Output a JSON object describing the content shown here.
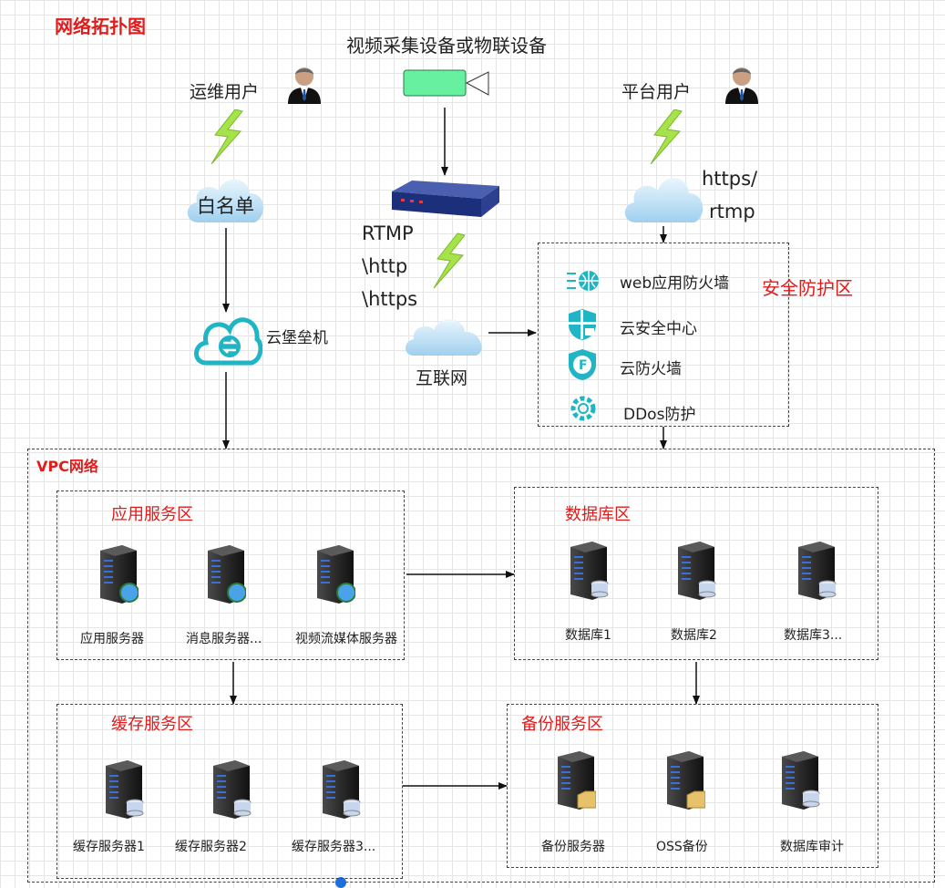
{
  "title": "网络拓扑图",
  "top": {
    "device_label": "视频采集设备或物联设备",
    "ops_user": "运维用户",
    "platform_user": "平台用户",
    "whitelist": "白名单",
    "bastion": "云堡垒机",
    "protocols": [
      "RTMP",
      "\\http",
      "\\https"
    ],
    "internet": "互联网",
    "https_rtmp": [
      "https/",
      "rtmp"
    ]
  },
  "security": {
    "zone_label": "安全防护区",
    "items": [
      "web应用防火墙",
      "云安全中心",
      "云防火墙",
      "DDos防护"
    ]
  },
  "vpc": {
    "label": "VPC网络",
    "app_zone": {
      "label": "应用服务区",
      "servers": [
        "应用服务器",
        "消息服务器...",
        "视频流媒体服务器"
      ]
    },
    "db_zone": {
      "label": "数据库区",
      "servers": [
        "数据库1",
        "数据库2",
        "数据库3..."
      ]
    },
    "cache_zone": {
      "label": "缓存服务区",
      "servers": [
        "缓存服务器1",
        "缓存服务器2",
        "缓存服务器3..."
      ]
    },
    "backup_zone": {
      "label": "备份服务区",
      "servers": [
        "备份服务器",
        "OSS备份",
        "数据库审计"
      ]
    }
  },
  "colors": {
    "accent_red": "#e21b1b",
    "teal": "#1fb5c4"
  }
}
